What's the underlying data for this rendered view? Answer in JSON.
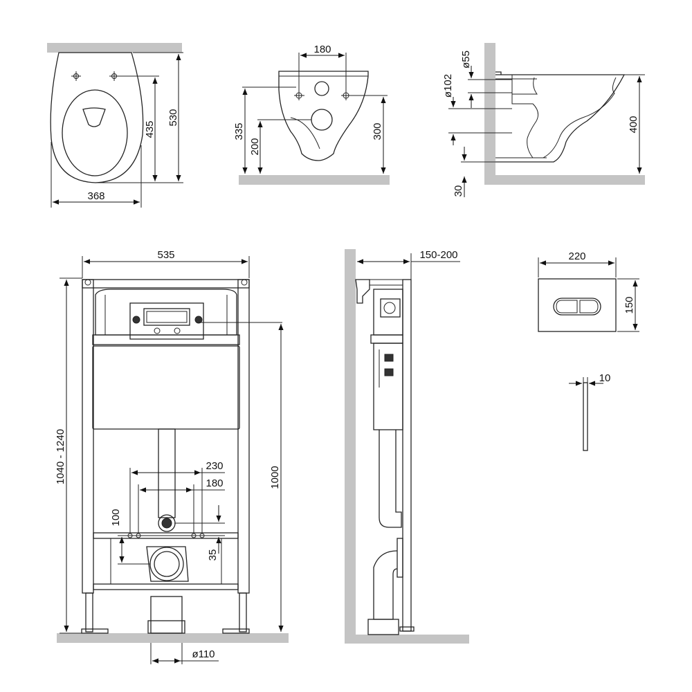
{
  "colors": {
    "line": "#222222",
    "wall": "#c4c4c4",
    "background": "#ffffff"
  },
  "bowl_top": {
    "width": "368",
    "inner_length": "435",
    "length": "530"
  },
  "bowl_rear": {
    "bolt_spacing": "180",
    "height_total": "335",
    "height_low": "200",
    "height_high": "300"
  },
  "bowl_side": {
    "pipe_diameter": "ø55",
    "outlet_diameter": "ø102",
    "height": "400",
    "base_gap": "30"
  },
  "frame_front": {
    "width": "535",
    "height_range": "1040 - 1240",
    "height": "1000",
    "hole_spacing_outer": "230",
    "hole_spacing_inner": "180",
    "inlet_offset": "100",
    "outlet_offset": "35",
    "drain_diameter": "ø110"
  },
  "frame_side": {
    "depth": "150-200"
  },
  "flush_plate": {
    "width": "220",
    "height": "150",
    "thickness": "10"
  }
}
